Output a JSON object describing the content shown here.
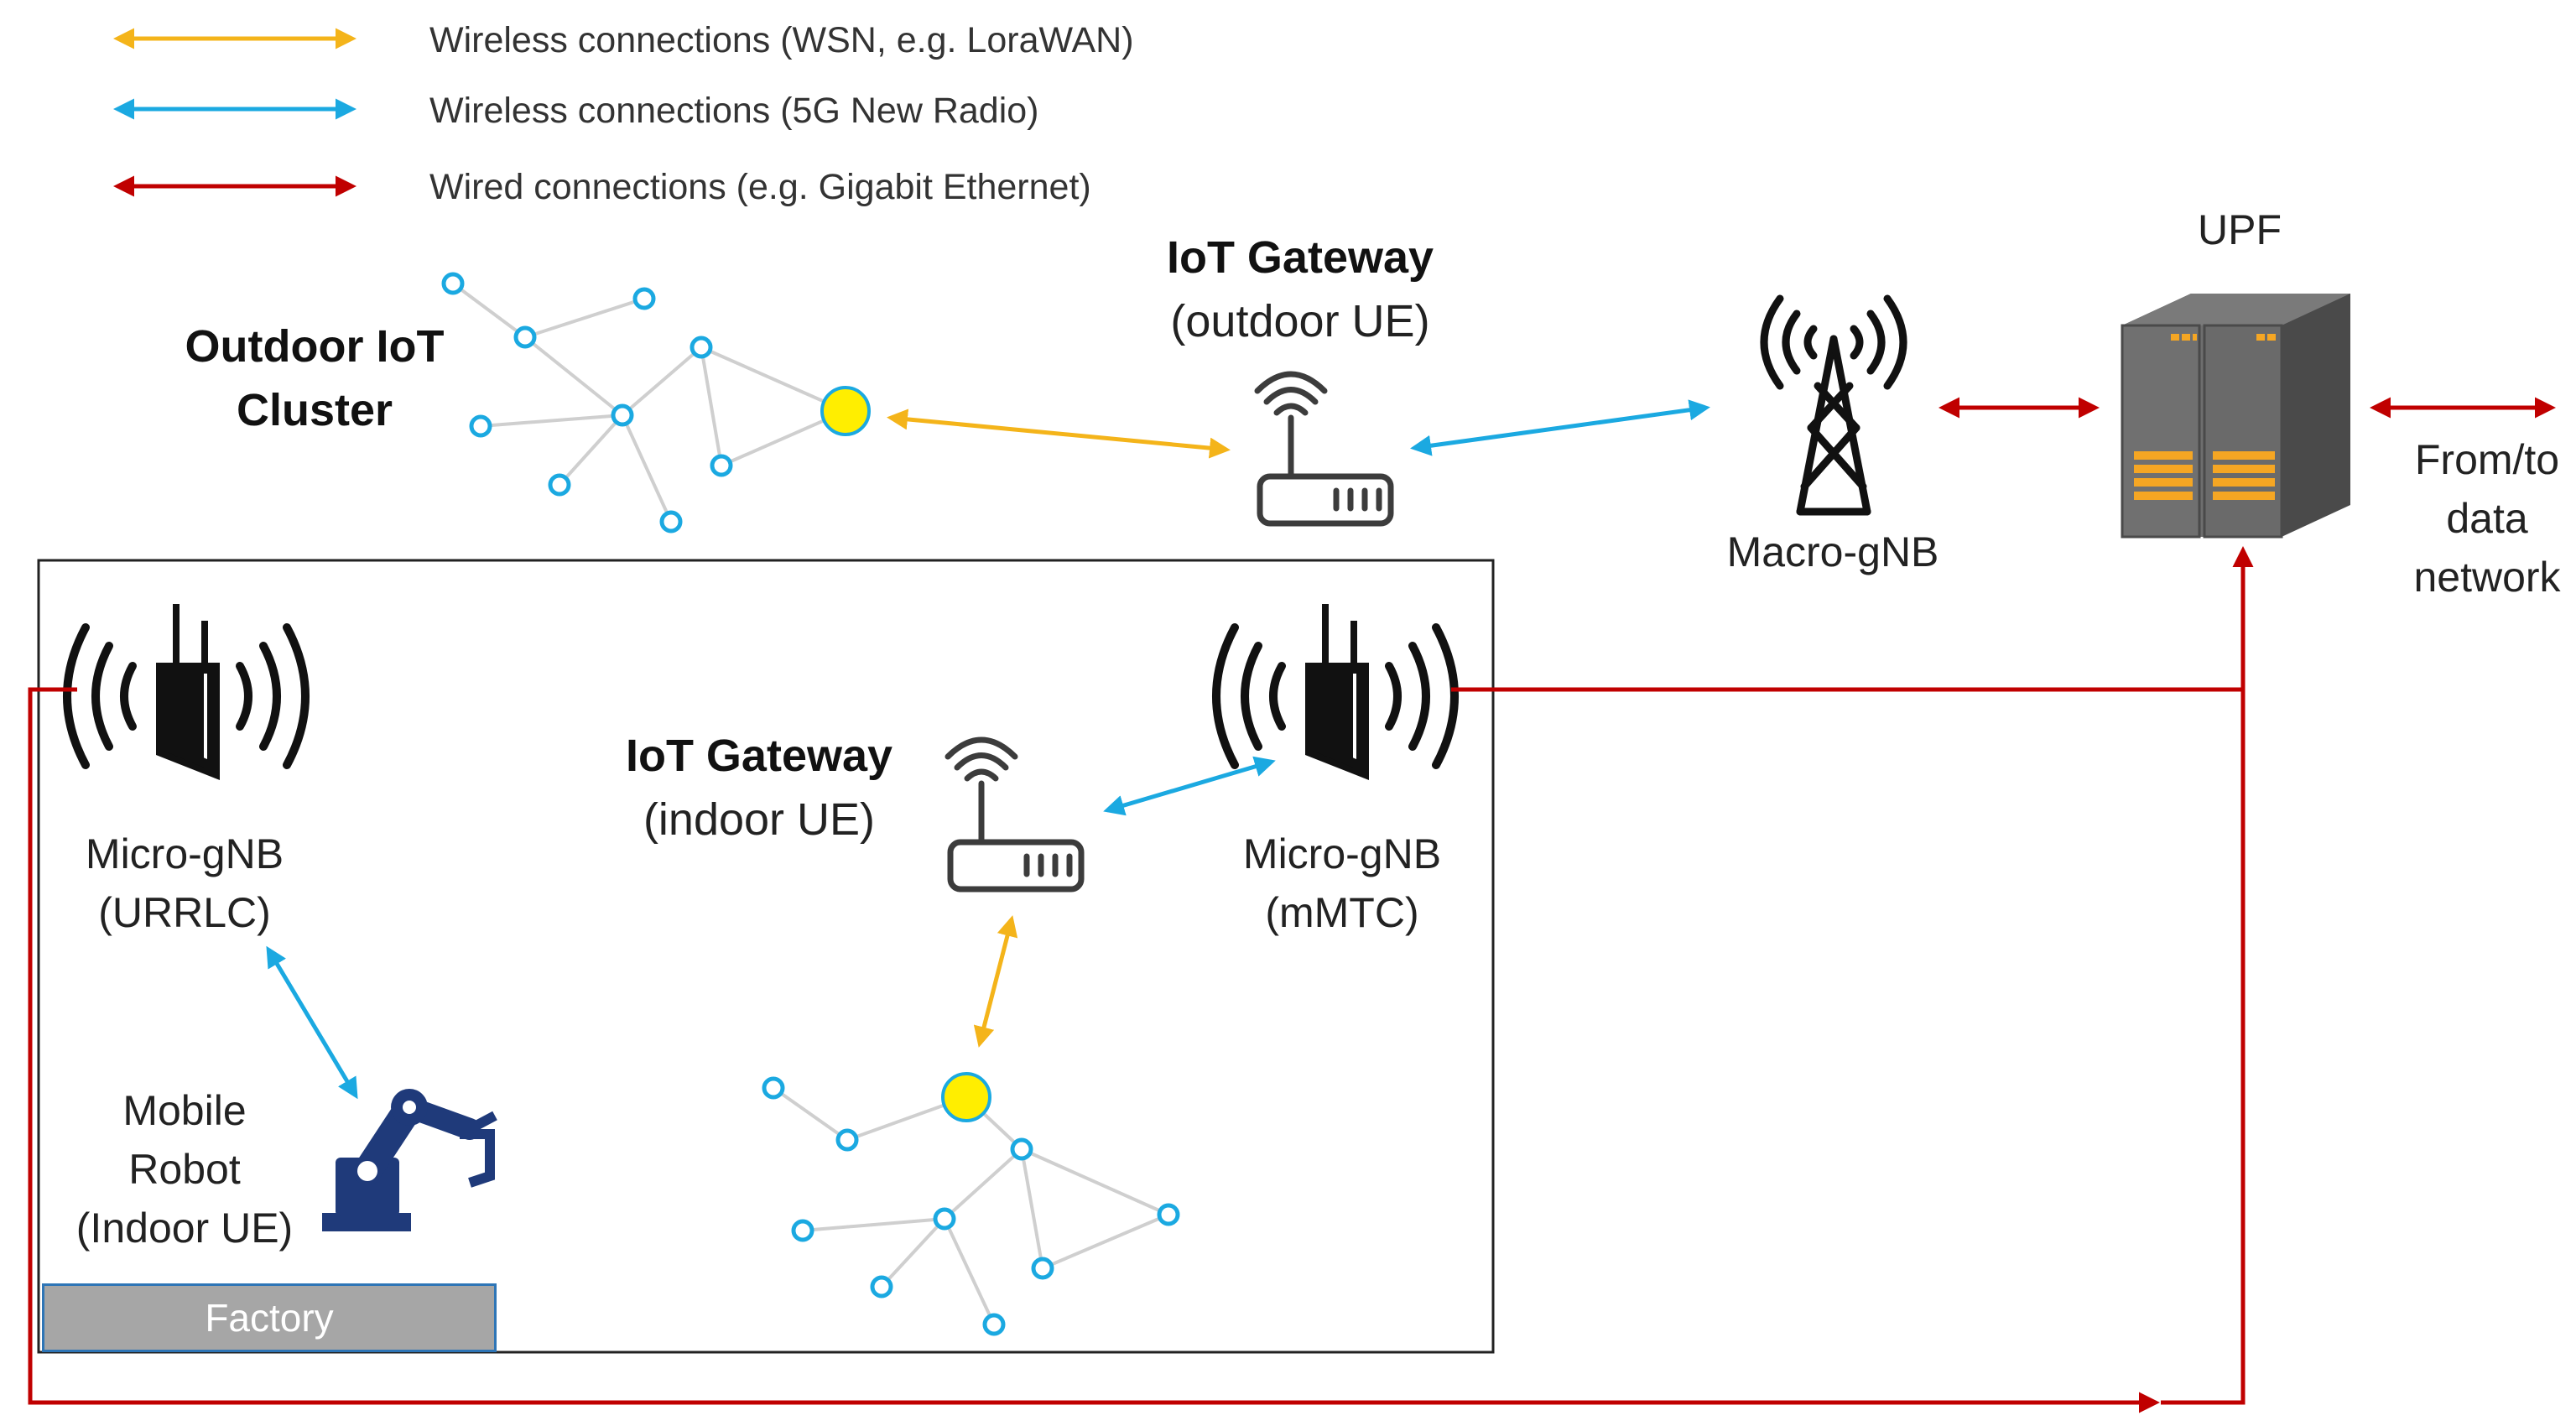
{
  "legend": [
    {
      "label": "Wireless connections (WSN, e.g. LoraWAN)",
      "color": "#f4b41a"
    },
    {
      "label": "Wireless connections (5G New Radio)",
      "color": "#1ba9e1"
    },
    {
      "label": "Wired connections (e.g. Gigabit Ethernet)",
      "color": "#c00000"
    }
  ],
  "nodes": {
    "outdoor_cluster": {
      "line1": "Outdoor IoT",
      "line2": "Cluster"
    },
    "iot_gateway_outdoor": {
      "title": "IoT Gateway",
      "subtitle": "(outdoor UE)"
    },
    "macro_gnb": {
      "label": "Macro-gNB"
    },
    "upf": {
      "label": "UPF"
    },
    "data_network": {
      "line1": "From/to",
      "line2": "data",
      "line3": "network"
    },
    "micro_gnb_urrlc": {
      "line1": "Micro-gNB",
      "line2": "(URRLC)"
    },
    "iot_gateway_indoor": {
      "title": "IoT Gateway",
      "subtitle": "(indoor UE)"
    },
    "micro_gnb_mmtc": {
      "line1": "Micro-gNB",
      "line2": "(mMTC)"
    },
    "mobile_robot": {
      "line1": "Mobile",
      "line2": "Robot",
      "line3": "(Indoor UE)"
    },
    "factory": {
      "label": "Factory"
    }
  },
  "colors": {
    "wsn": "#f4b41a",
    "nr": "#1ba9e1",
    "wired": "#c00000",
    "sensor_node": "#1ba9e1",
    "sink_node": "#ffee00",
    "robot": "#1f3a7a",
    "server_accent": "#f5a623"
  }
}
